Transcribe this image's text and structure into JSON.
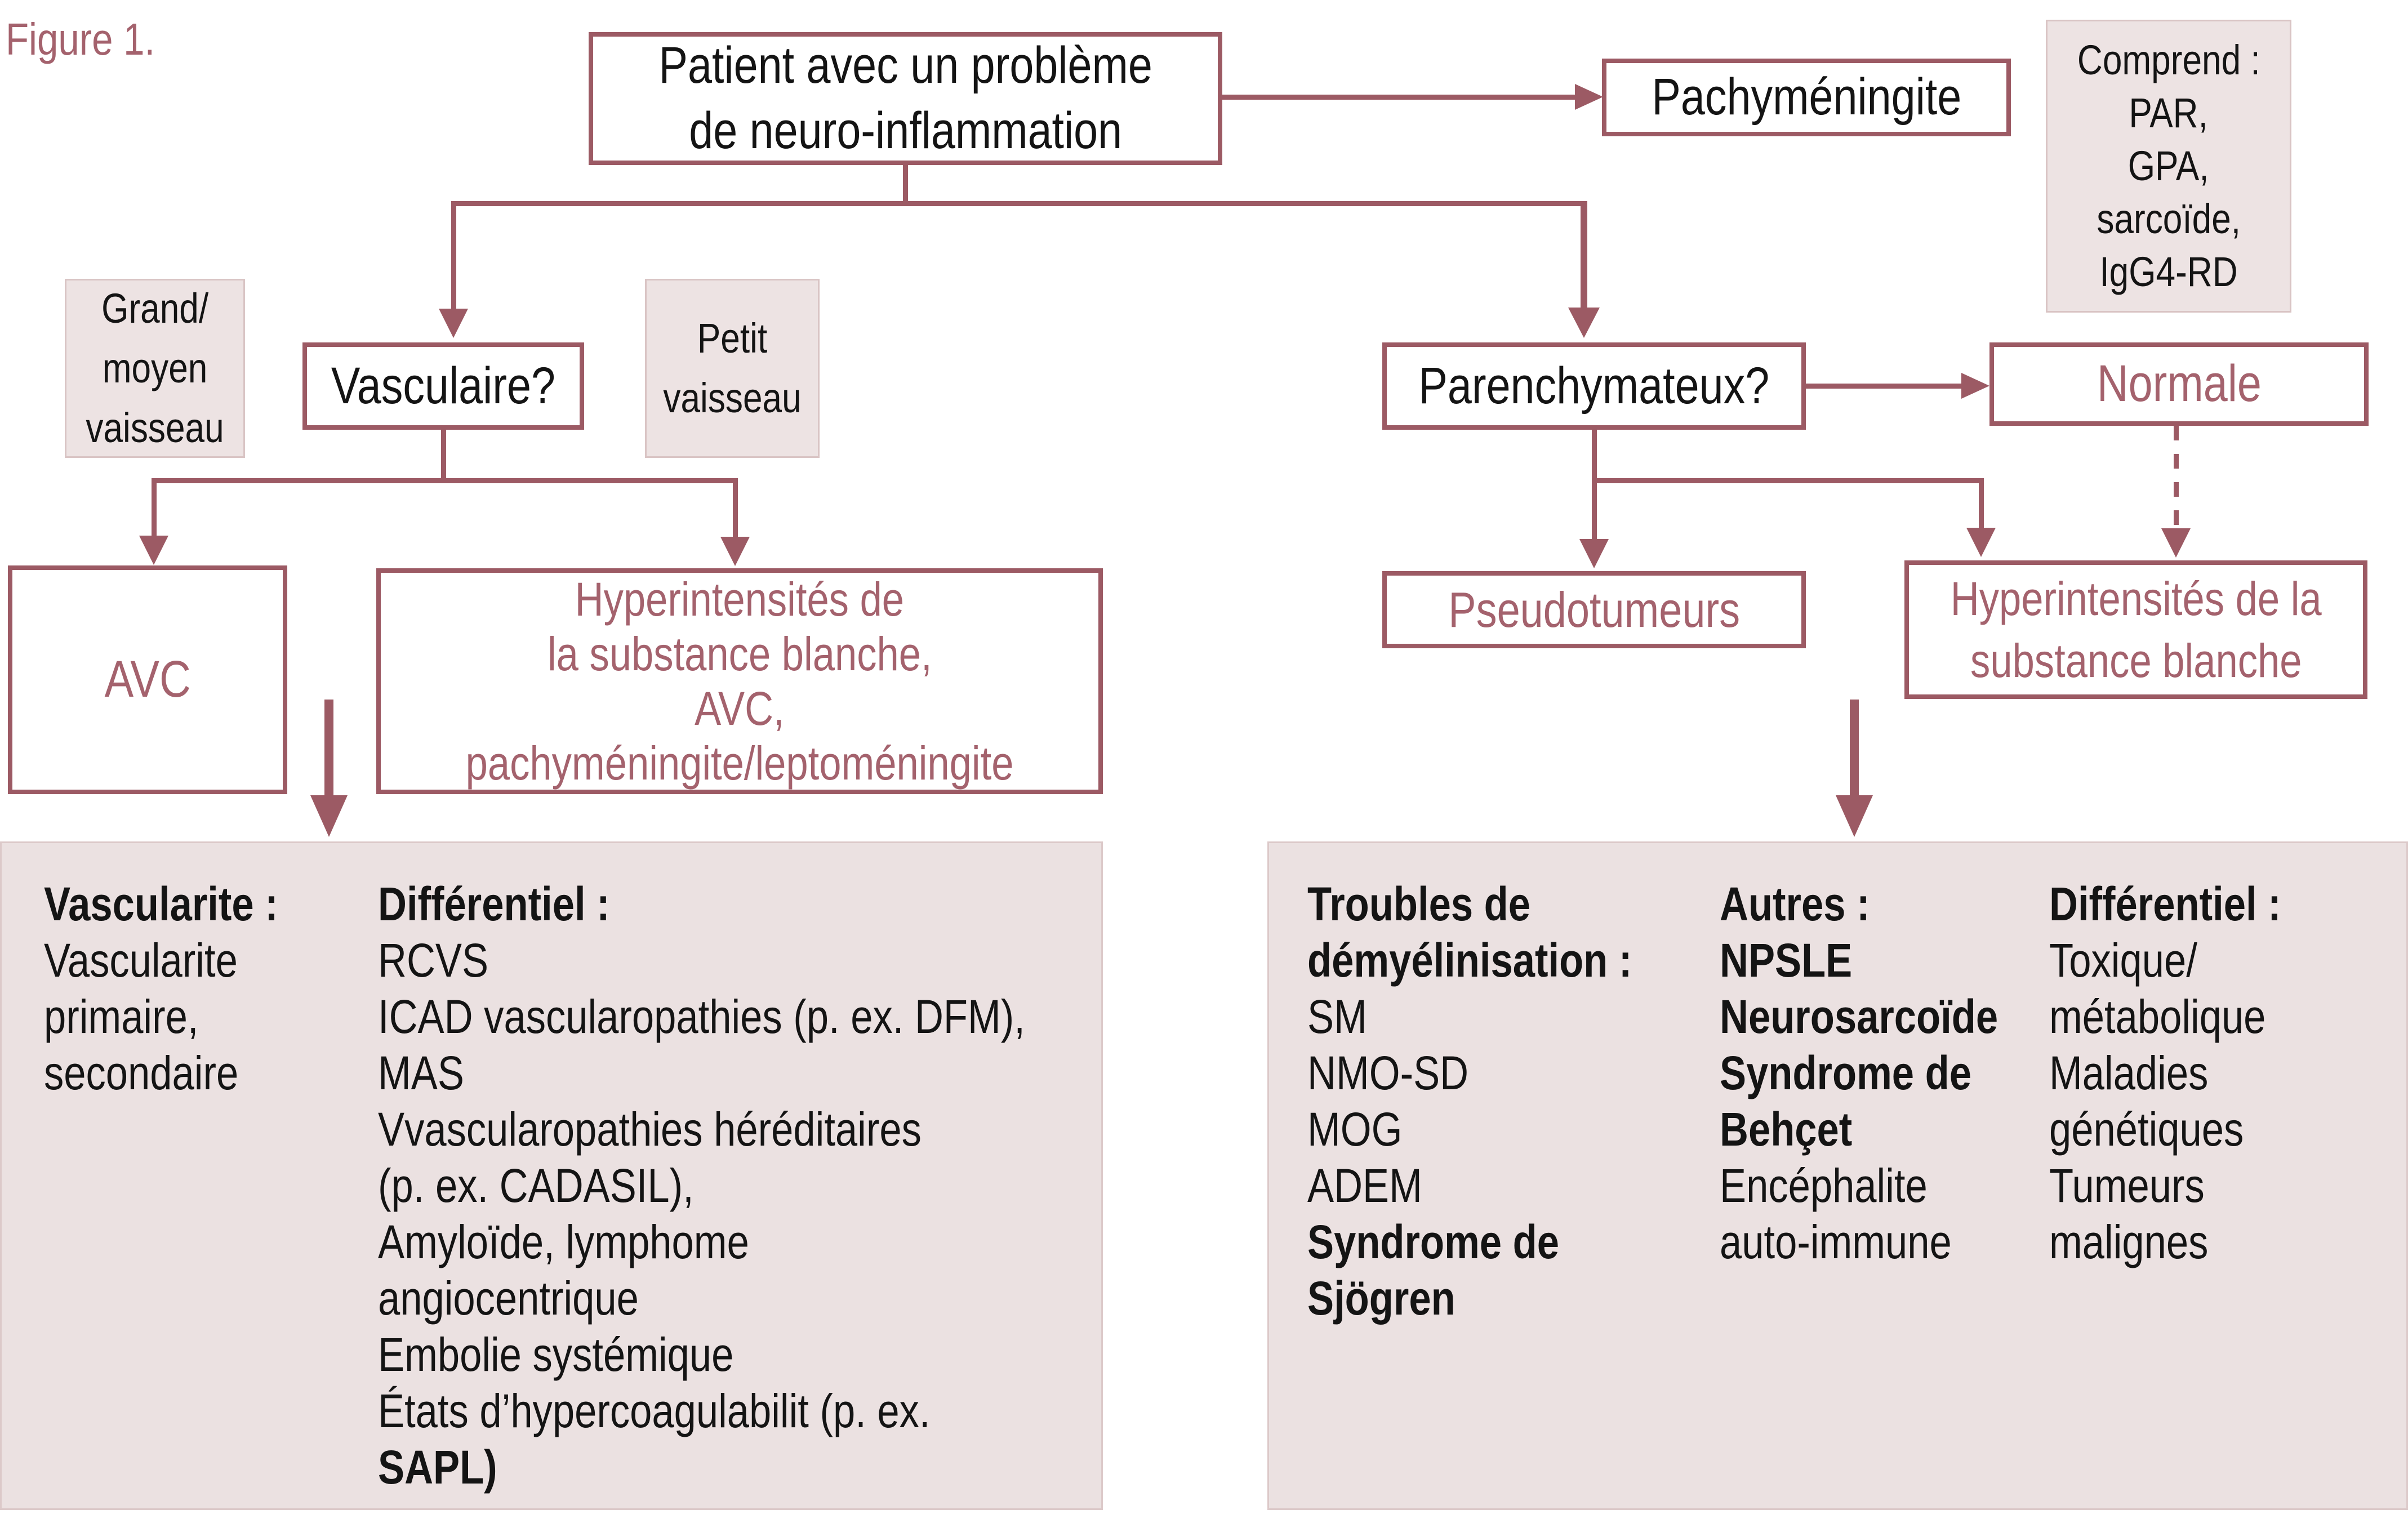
{
  "figure_label": "Figure 1.",
  "nodes": {
    "patient": {
      "lines": [
        "Patient avec un problème",
        "de neuro-inflammation"
      ]
    },
    "pachymeningite": {
      "label": "Pachyméningite"
    },
    "comprend": {
      "lines": [
        "Comprend :",
        "PAR,",
        "GPA,",
        "sarcoïde,",
        "IgG4-RD"
      ]
    },
    "grand_moyen": {
      "lines": [
        "Grand/",
        "moyen",
        "vaisseau"
      ]
    },
    "vasculaire": {
      "label": "Vasculaire?"
    },
    "petit": {
      "lines": [
        "Petit",
        "vaisseau"
      ]
    },
    "parenchymateux": {
      "label": "Parenchymateux?"
    },
    "normale": {
      "label": "Normale"
    },
    "avc": {
      "label": "AVC"
    },
    "hyper_left": {
      "lines": [
        "Hyperintensités de",
        "la substance blanche,",
        "AVC,",
        "pachyméningite/leptoméningite"
      ]
    },
    "pseudotumeurs": {
      "label": "Pseudotumeurs"
    },
    "hyper_right": {
      "lines": [
        "Hyperintensités de la",
        "substance blanche"
      ]
    }
  },
  "panels": {
    "left": {
      "col1": [
        "Vascularite :",
        "Vascularite",
        "primaire,",
        "secondaire"
      ],
      "col2": [
        "Différentiel :",
        "RCVS",
        "ICAD vascularopathies (p. ex. DFM),",
        "MAS",
        "Vvascularopathies héréditaires",
        "(p. ex. CADASIL),",
        "Amyloïde, lymphome",
        "angiocentrique",
        "Embolie systémique",
        "États d’hypercoagulabilit (p. ex.",
        "SAPL)"
      ]
    },
    "right": {
      "col1": [
        "Troubles de",
        "démyélinisation :",
        "SM",
        "NMO-SD",
        "MOG",
        "ADEM",
        "Syndrome de",
        "Sjögren"
      ],
      "col2": [
        "Autres :",
        "NPSLE",
        "Neurosarcoïde",
        "Syndrome de",
        "Behçet",
        "Encéphalite",
        "auto-immune"
      ],
      "col3": [
        "Différentiel :",
        "Toxique/",
        "métabolique",
        "Maladies",
        "génétiques",
        "Tumeurs",
        "malignes"
      ]
    }
  },
  "colors": {
    "maroon_line": "#9C5A64",
    "maroon_text": "#A4626D",
    "pink_fill": "#EDE3E3",
    "pink_border": "#D9C4C4",
    "panel_fill": "#EBE1E1",
    "black_text": "#141414"
  }
}
